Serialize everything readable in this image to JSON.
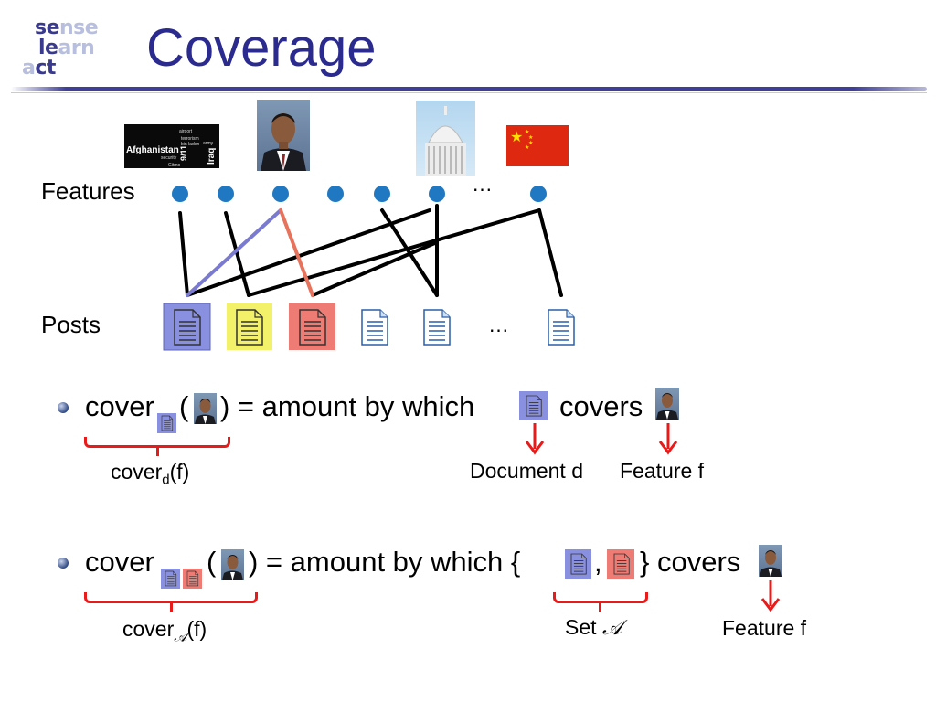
{
  "logo": {
    "line1_a": "se",
    "line1_b": "nse",
    "line2_a": "le",
    "line2_b": "arn",
    "line3_a": "a",
    "line3_b": "ct"
  },
  "title": "Coverage",
  "labels": {
    "features": "Features",
    "posts": "Posts",
    "ellipsis_features": "…",
    "ellipsis_posts": "…"
  },
  "thumbnails": {
    "afghanistan": {
      "main": "Afghanistan",
      "words": [
        "airport",
        "terrorism",
        "army",
        "bin laden",
        "security",
        "9/11",
        "Iraq",
        "Gitmo"
      ]
    },
    "icons": [
      "word-cloud-thumbnail",
      "obama-portrait",
      "capitol-dome",
      "china-flag"
    ]
  },
  "colors": {
    "title": "#2b2b8f",
    "node": "#1f78c1",
    "purple_doc": "#8a90e0",
    "yellow_doc": "#f3f06a",
    "red_doc": "#ee7b74",
    "red_arrow": "#e81a1a",
    "purple_edge": "#7a7ad0",
    "orange_edge": "#e8735c"
  },
  "formula1": {
    "cover": "cover",
    "open": "(",
    "rest": ") = amount by which",
    "covers": "covers",
    "under_label_main": "cover",
    "under_label_sub": "d",
    "under_label_tail": "(f)",
    "doc_label": "Document d",
    "feature_label": "Feature f"
  },
  "formula2": {
    "cover": "cover",
    "open": "(",
    "rest": ") = amount by which {",
    "comma": ",",
    "close": "} covers",
    "under_label_main": "cover",
    "under_label_sub": "𝒜",
    "under_label_tail": "(f)",
    "set_label": "Set",
    "set_symbol": "𝒜",
    "feature_label": "Feature f"
  }
}
